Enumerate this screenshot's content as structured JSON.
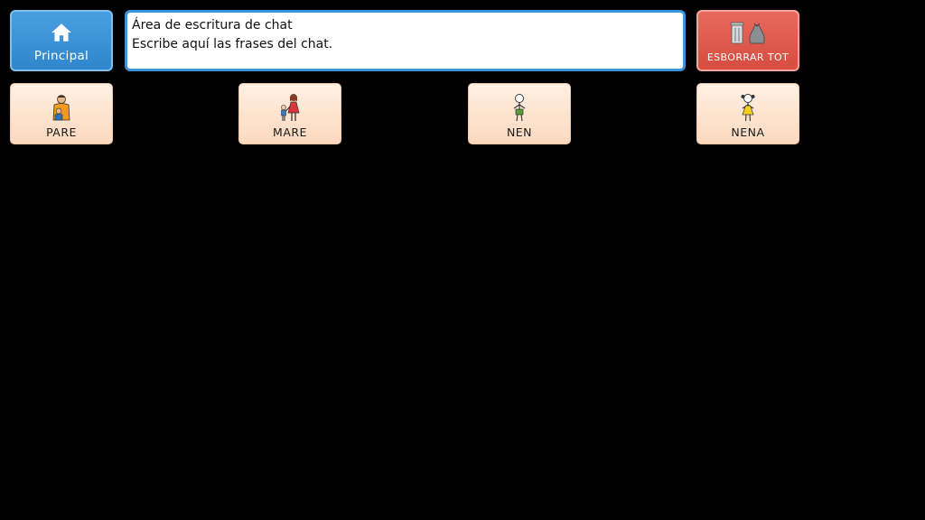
{
  "home_button": {
    "label": "Principal",
    "icon": "home-icon"
  },
  "chat": {
    "lines": [
      "Área de escritura de chat",
      "Escribe aquí las frases del chat."
    ]
  },
  "clear_button": {
    "label": "ESBORRAR TOT",
    "icon": "trash-icon"
  },
  "tiles": [
    {
      "label": "PARE",
      "icon": "father-pictogram-icon"
    },
    {
      "label": "MARE",
      "icon": "mother-pictogram-icon"
    },
    {
      "label": "NEN",
      "icon": "boy-pictogram-icon"
    },
    {
      "label": "NENA",
      "icon": "girl-pictogram-icon"
    }
  ],
  "colors": {
    "background": "#000000",
    "home_button": "#3a92d6",
    "clear_button": "#e05a4e",
    "tile": "#fde2cd",
    "chat_border": "#3d93d8"
  }
}
